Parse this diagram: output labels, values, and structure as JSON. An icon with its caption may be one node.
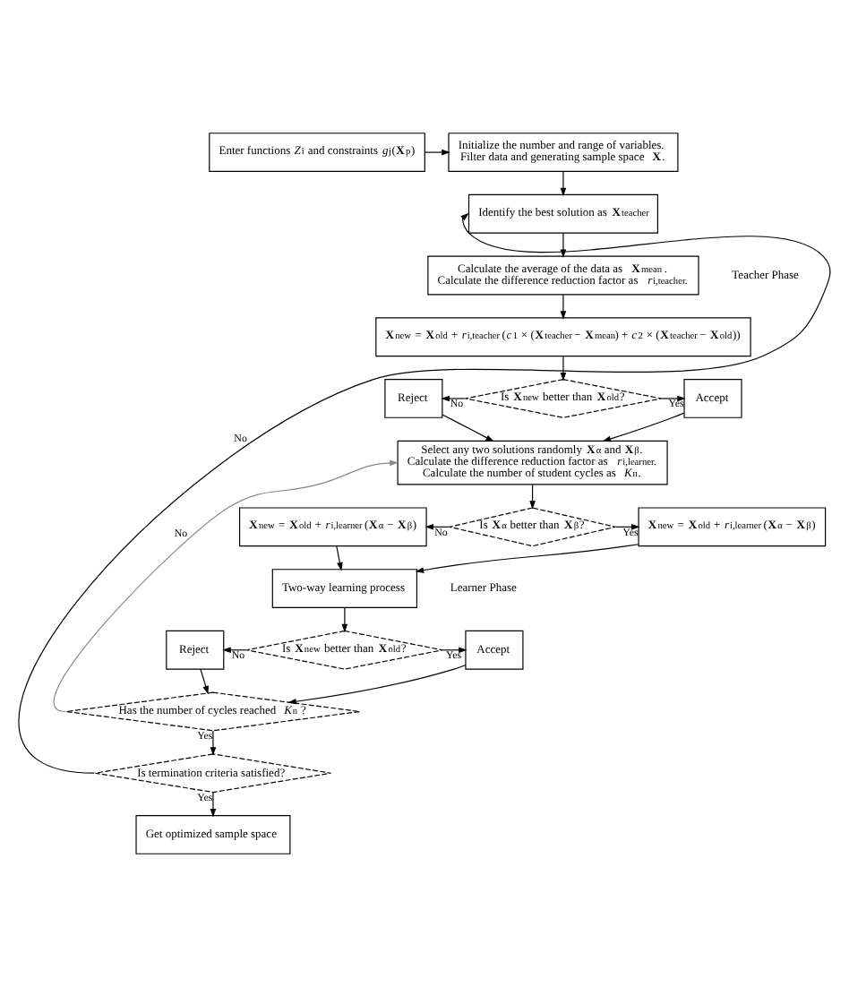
{
  "diagram": {
    "nodes": [
      {
        "text": [
          "Enter functions *Z*$_{i}$ and constraints *g*$_{j}$(**X**$_{p}$)"
        ]
      },
      {
        "text": [
          "Initialize the number and range of variables. Filter data and generating sample space **X**."
        ]
      },
      {
        "text": [
          "Identify the best solution as **X**$_{teacher}$"
        ]
      },
      {
        "text": [
          "Calculate the average of the data as **X**$_{mean}$ . Calculate the difference reduction factor as *r*$_{i,teacher}$."
        ]
      },
      {
        "text": [
          "**X**$_{new}$ = **X**$_{old}$ + *r*$_{i,teacher}$ (*c*$_{1}$ × (**X**$_{teacher}$ − **X**$_{mean}$) + *c*$_{2}$ × (**X**$_{teacher}$ − **X**$_{old}$))"
        ]
      },
      {
        "text": [
          "Is **X**$_{new}$ better than **X**$_{old}$?"
        ]
      },
      {
        "text": [
          "Reject"
        ]
      },
      {
        "text": [
          "Accept"
        ]
      },
      {
        "text": [
          "Select any two solutions randomly **X**$_{α}$ and **X**$_{β}$. Calculate the difference reduction factor as *r*$_{i,learner}$. Calculate the number of student cycles as *K*$_{n}$."
        ]
      },
      {
        "text": [
          "Is **X**$_{α}$ better than **X**$_{β}$?"
        ]
      },
      {
        "text": [
          "**X**$_{new}$ = **X**$_{old}$ + *r*$_{i,learner}$ (**X**$_{α}$ − **X**$_{β}$)"
        ]
      },
      {
        "text": [
          "**X**$_{new}$ = **X**$_{old}$ + *r*$_{i,learner}$ (**X**$_{α}$ − **X**$_{β}$)"
        ]
      },
      {
        "text": [
          "Two-way learning process"
        ]
      },
      {
        "text": [
          "Is **X**$_{new}$ better than **X**$_{old}$?"
        ]
      },
      {
        "text": [
          "Reject"
        ]
      },
      {
        "text": [
          "Accept"
        ]
      },
      {
        "text": [
          "Has the number of cycles reached *K*$_{n}$ ?"
        ]
      },
      {
        "text": [
          "Is termination criteria satisfied?"
        ]
      },
      {
        "text": [
          "Get optimized sample space"
        ]
      }
    ],
    "edges": [
      {
        "from": 0,
        "to": 1,
        "arrow": "to"
      },
      {
        "from": 1,
        "to": 2,
        "arrow": "to"
      },
      {
        "from": 2,
        "to": 3,
        "arrow": "to"
      },
      {
        "from": 3,
        "to": 4,
        "arrow": "to"
      },
      {
        "from": 4,
        "to": 5,
        "arrow": "to"
      },
      {
        "from": 5,
        "to": 6,
        "arrow": "to",
        "label": "No"
      },
      {
        "from": 5,
        "to": 7,
        "arrow": "to",
        "label": "Yes"
      },
      {
        "from": 6,
        "to": 8,
        "arrow": "to"
      },
      {
        "from": 7,
        "to": 8,
        "arrow": "to"
      },
      {
        "from": 8,
        "to": 9,
        "arrow": "to"
      },
      {
        "from": 9,
        "to": 11,
        "arrow": "to",
        "label": "No"
      },
      {
        "from": 9,
        "to": 10,
        "arrow": "to",
        "label": "Yes"
      },
      {
        "from": 10,
        "to": 12,
        "arrow": "to"
      },
      {
        "from": 11,
        "to": 12,
        "arrow": "to"
      },
      {
        "from": 12,
        "to": 13,
        "arrow": "to"
      },
      {
        "from": 13,
        "to": 14,
        "arrow": "to",
        "label": "No"
      },
      {
        "from": 13,
        "to": 15,
        "arrow": "to",
        "label": "Yes"
      },
      {
        "from": 14,
        "to": 16,
        "arrow": "to"
      },
      {
        "from": 15,
        "to": 16,
        "arrow": "to"
      },
      {
        "from": 16,
        "to": 8,
        "arrow": "to",
        "label": "No",
        "color": "#888888"
      },
      {
        "from": 16,
        "to": 17,
        "arrow": "to",
        "label": "Yes"
      },
      {
        "from": 17,
        "to": 2,
        "arrow": "to",
        "label": "No"
      },
      {
        "from": 17,
        "to": 18,
        "arrow": "to",
        "label": "Yes"
      }
    ],
    "labels": [
      "Teacher Phase",
      "Learner Phase"
    ]
  }
}
